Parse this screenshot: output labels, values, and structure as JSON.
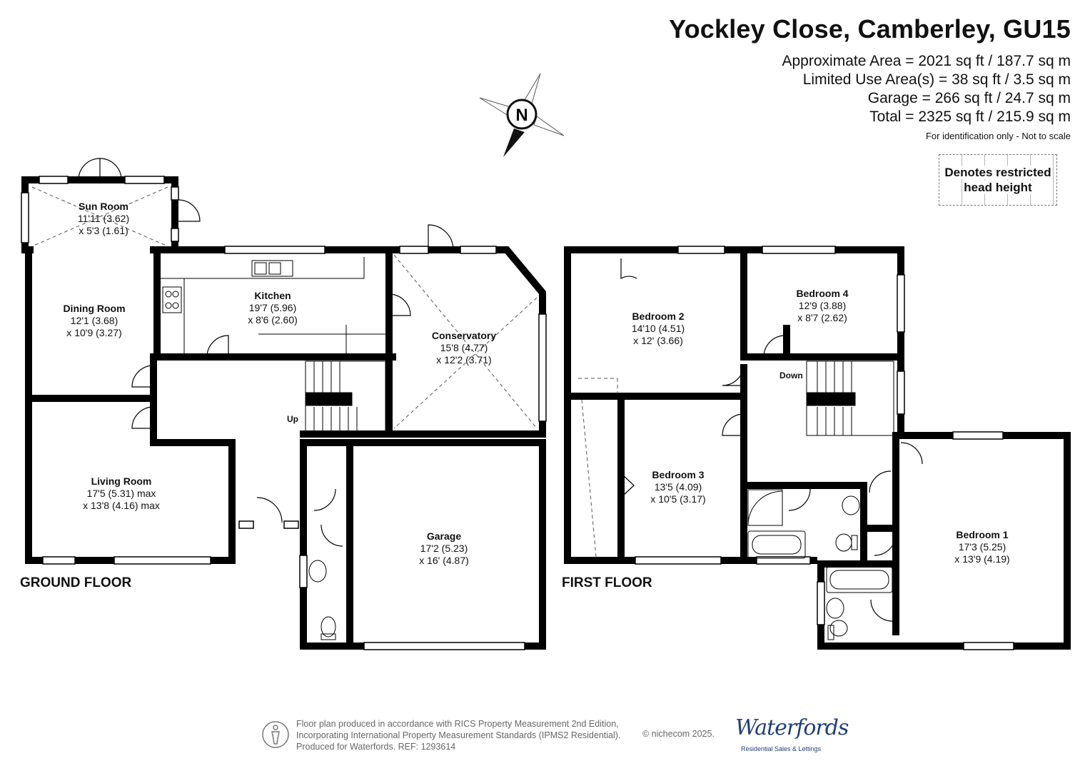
{
  "header": {
    "title": "Yockley Close, Camberley, GU15",
    "areas": [
      "Approximate Area = 2021 sq ft / 187.7 sq m",
      "Limited Use Area(s) = 38 sq ft / 3.5 sq m",
      "Garage = 266 sq ft / 24.7 sq m",
      "Total = 2325 sq ft / 215.9 sq m"
    ],
    "disclaimer": "For identification only - Not to scale"
  },
  "legend": {
    "line1": "Denotes restricted",
    "line2": "head height"
  },
  "compass": {
    "label": "N"
  },
  "floors": {
    "ground": "GROUND FLOOR",
    "first": "FIRST FLOOR"
  },
  "stairs": {
    "up": "Up",
    "down": "Down"
  },
  "rooms": {
    "sun_room": {
      "name": "Sun Room",
      "dim1": "11'11 (3.62)",
      "dim2": "x 5'3 (1.61)"
    },
    "dining_room": {
      "name": "Dining Room",
      "dim1": "12'1 (3.68)",
      "dim2": "x 10'9 (3.27)"
    },
    "kitchen": {
      "name": "Kitchen",
      "dim1": "19'7 (5.96)",
      "dim2": "x 8'6 (2.60)"
    },
    "conservatory": {
      "name": "Conservatory",
      "dim1": "15'8 (4.77)",
      "dim2": "x 12'2 (3.71)"
    },
    "living_room": {
      "name": "Living Room",
      "dim1": "17'5 (5.31) max",
      "dim2": "x 13'8 (4.16) max"
    },
    "garage": {
      "name": "Garage",
      "dim1": "17'2 (5.23)",
      "dim2": "x 16' (4.87)"
    },
    "bedroom_2": {
      "name": "Bedroom 2",
      "dim1": "14'10 (4.51)",
      "dim2": "x 12' (3.66)"
    },
    "bedroom_4": {
      "name": "Bedroom 4",
      "dim1": "12'9 (3.88)",
      "dim2": "x 8'7 (2.62)"
    },
    "bedroom_3": {
      "name": "Bedroom 3",
      "dim1": "13'5 (4.09)",
      "dim2": "x 10'5 (3.17)"
    },
    "bedroom_1": {
      "name": "Bedroom 1",
      "dim1": "17'3 (5.25)",
      "dim2": "x 13'9 (4.19)"
    }
  },
  "footer": {
    "line1": "Floor plan produced in accordance with RICS Property Measurement 2nd Edition,",
    "line2": "Incorporating International Property Measurement Standards (IPMS2 Residential).",
    "line3": "Produced for Waterfords.   REF: 1293614",
    "copyright": "© nichecom 2025."
  },
  "brand": {
    "name": "Waterfords",
    "tagline": "Residential Sales & Lettings"
  },
  "colors": {
    "wall": "#000000",
    "brand": "#1f3e7a",
    "text": "#111111",
    "muted": "#666666"
  }
}
